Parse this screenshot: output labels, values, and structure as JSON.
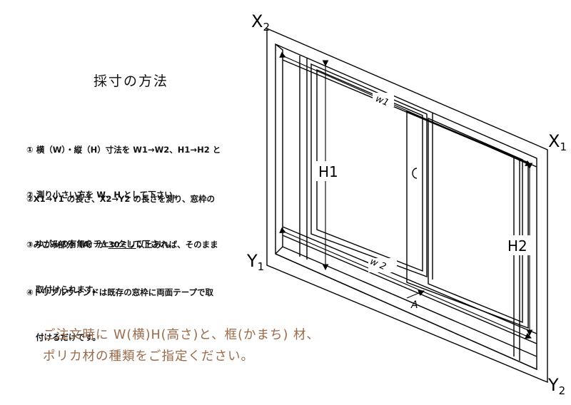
{
  "heading": "採寸の方法",
  "steps": [
    {
      "line1": "① 横（W）・縦（H）寸法を W1→W2、H1→H2 と",
      "line2": "② 測り小さい方を W、H として下さい。"
    },
    {
      "line1": "②X1→Y1 の長さ、X2→Y2 の長さを測り、窓枠の",
      "line2": "ゆがみの有無をチェックして下さい。"
    },
    {
      "line1_pre": "③みこみ部分（A）が ",
      "line1_em": "30ミリ",
      "line1_post": "以上あれば、そのまま",
      "line2": "取付けられます。"
    },
    {
      "line1": "④トリプルウインドは既存の窓枠に両面テープで取",
      "line2": "付けるだけです。"
    }
  ],
  "note": {
    "line1": "ご注文時に W(横)H(高さ)と、框(かまち) 材、",
    "line2": "ポリカ材の種類をご指定ください。"
  },
  "diagram": {
    "x2": "X",
    "x2_sub": "2",
    "x1": "X",
    "x1_sub": "1",
    "y1": "Y",
    "y1_sub": "1",
    "y2": "Y",
    "y2_sub": "2",
    "w1": "w1",
    "w2": "w 2",
    "h1": "H1",
    "h2": "H2",
    "a": "A"
  }
}
